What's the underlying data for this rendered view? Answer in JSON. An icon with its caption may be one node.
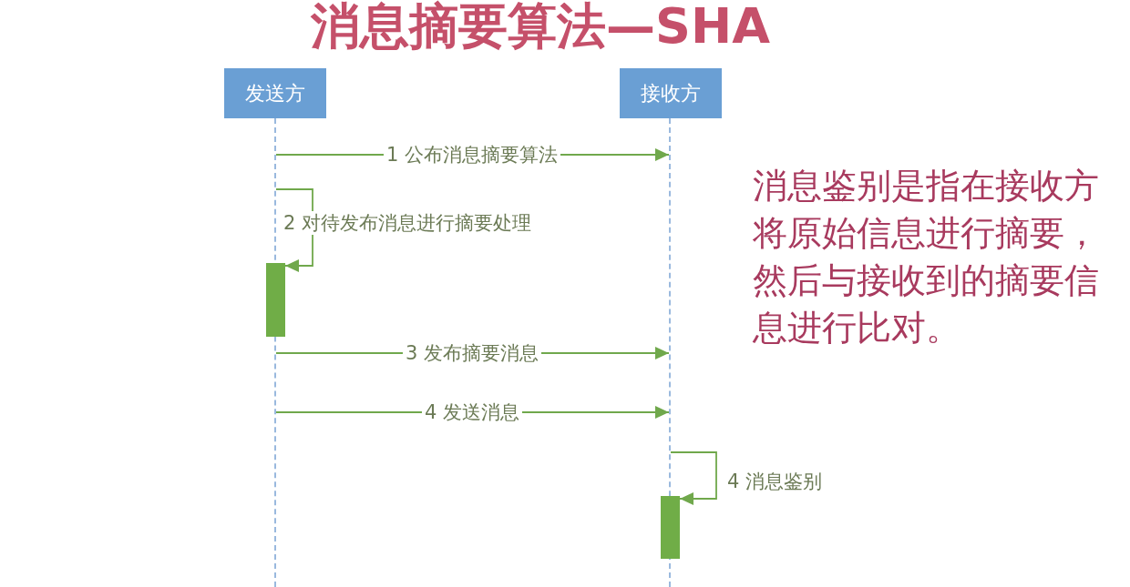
{
  "diagram": {
    "title": "消息摘要算法—SHA",
    "nodes": [
      {
        "text": [
          "发送方"
        ]
      },
      {
        "text": [
          "接收方"
        ]
      },
      {
        "text": [],
        "shape": "line"
      },
      {
        "text": [],
        "shape": "line"
      },
      {
        "text": [],
        "shape": "bar"
      },
      {
        "text": [],
        "shape": "bar"
      }
    ],
    "edges": [
      {
        "from": 2,
        "to": 3,
        "arrow": "to",
        "label": "1 公布消息摘要算法"
      },
      {
        "from": 2,
        "to": 4,
        "arrow": "to",
        "label": "2 对待发布消息进行摘要处理"
      },
      {
        "from": 2,
        "to": 3,
        "arrow": "to",
        "label": "3 发布摘要消息"
      },
      {
        "from": 2,
        "to": 3,
        "arrow": "to",
        "label": "4 发送消息"
      },
      {
        "from": 3,
        "to": 5,
        "arrow": "to",
        "label": "4 消息鉴别"
      }
    ],
    "labels": [
      "消息鉴别是指在接收方将原始信息进行摘要，然后与接收到的摘要信息进行比对。"
    ]
  }
}
